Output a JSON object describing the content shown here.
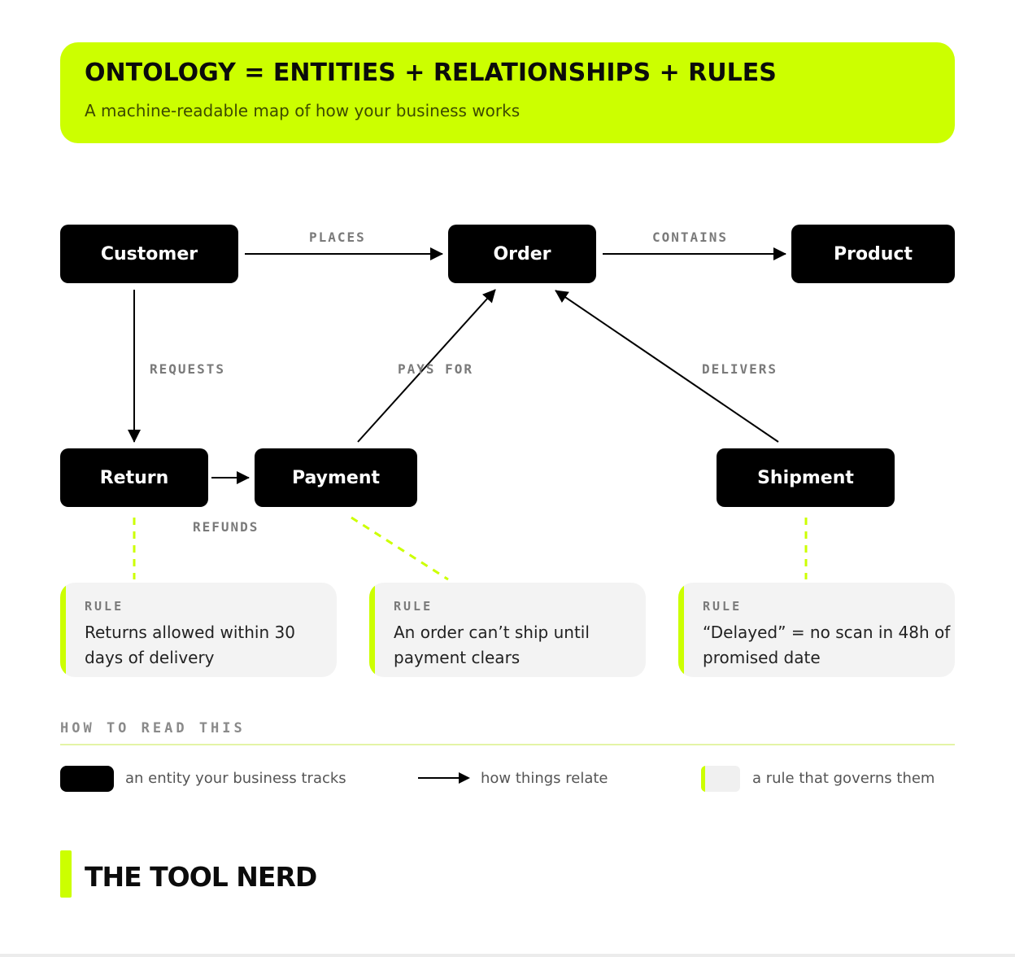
{
  "header": {
    "title": "ONTOLOGY = ENTITIES + RELATIONSHIPS + RULES",
    "subtitle": "A machine-readable map of how your business works"
  },
  "entities": {
    "customer": "Customer",
    "order": "Order",
    "product": "Product",
    "return": "Return",
    "payment": "Payment",
    "shipment": "Shipment"
  },
  "relationships": {
    "places": "PLACES",
    "contains": "CONTAINS",
    "requests": "REQUESTS",
    "pays_for": "PAYS FOR",
    "delivers": "DELIVERS",
    "refunds": "REFUNDS"
  },
  "rules": [
    {
      "kicker": "RULE",
      "text": "Returns allowed within 30 days of delivery"
    },
    {
      "kicker": "RULE",
      "text": "An order can’t ship until payment clears"
    },
    {
      "kicker": "RULE",
      "text": "“Delayed” = no scan in 48h of promised date"
    }
  ],
  "legend": {
    "title": "HOW TO READ THIS",
    "entity_text": "an entity your business tracks",
    "relation_text": "how things relate",
    "rule_text": "a rule that governs them"
  },
  "brand": {
    "name": "THE TOOL NERD"
  },
  "colors": {
    "accent": "#ccff00",
    "entity": "#000000",
    "label": "#7a7a7a",
    "rule_card": "#f3f3f3"
  }
}
